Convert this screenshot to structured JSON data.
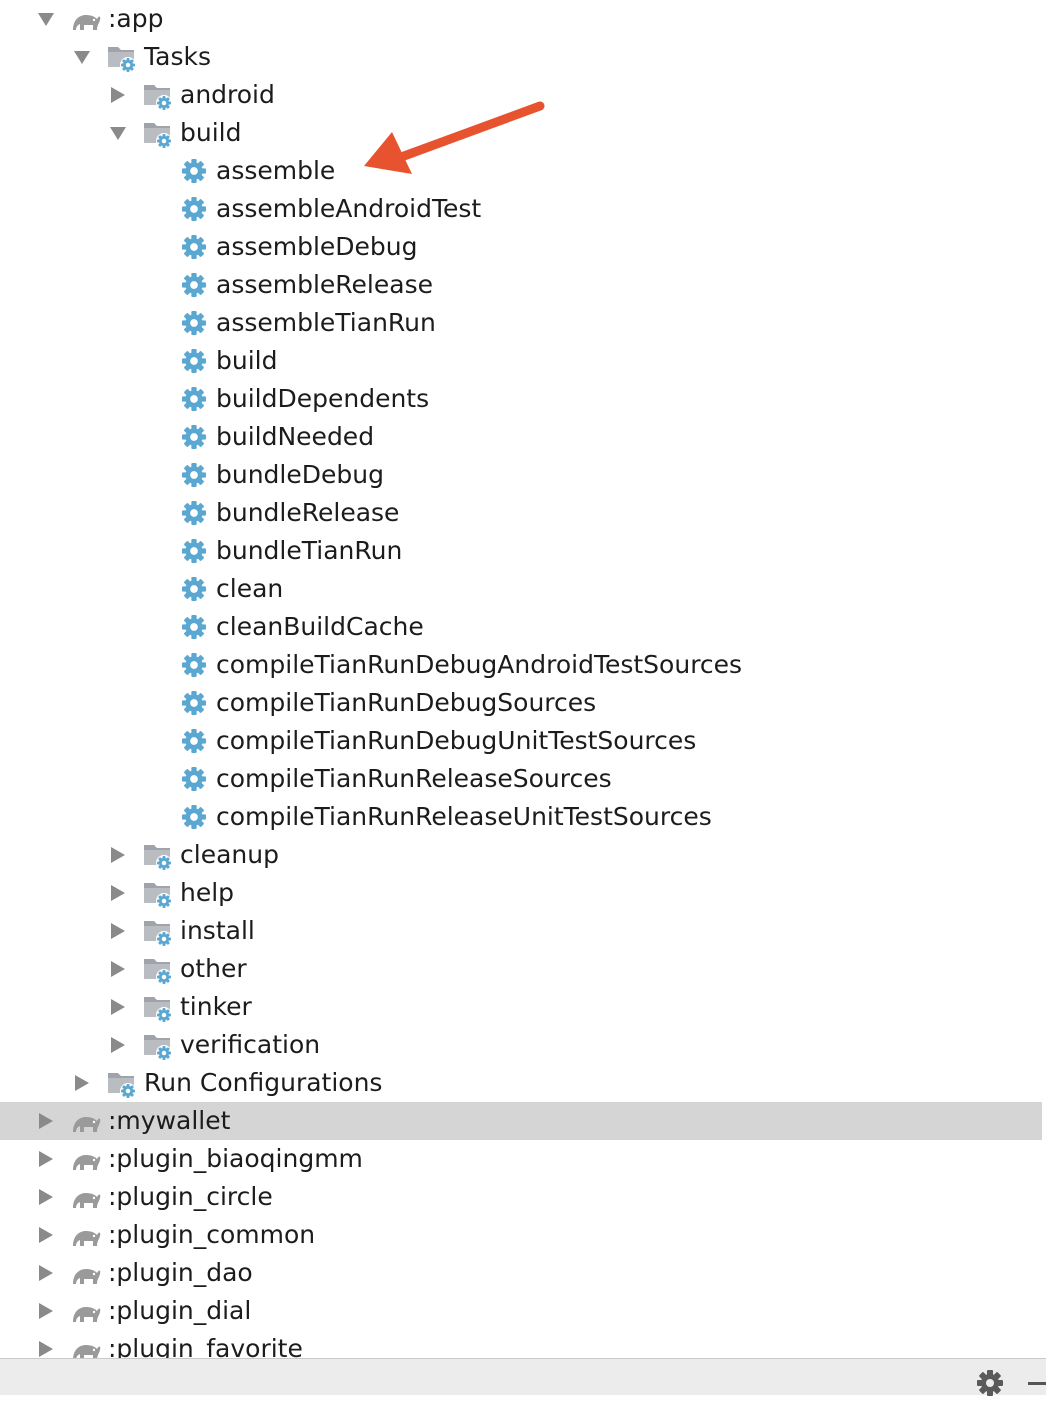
{
  "tree": [
    {
      "label": ":app",
      "level": 0,
      "kind": "project",
      "expander": "expanded"
    },
    {
      "label": "Tasks",
      "level": 1,
      "kind": "folder",
      "expander": "expanded"
    },
    {
      "label": "android",
      "level": 2,
      "kind": "folder",
      "expander": "collapsed"
    },
    {
      "label": "build",
      "level": 2,
      "kind": "folder",
      "expander": "expanded"
    },
    {
      "label": "assemble",
      "level": 3,
      "kind": "task",
      "expander": "none"
    },
    {
      "label": "assembleAndroidTest",
      "level": 3,
      "kind": "task",
      "expander": "none"
    },
    {
      "label": "assembleDebug",
      "level": 3,
      "kind": "task",
      "expander": "none"
    },
    {
      "label": "assembleRelease",
      "level": 3,
      "kind": "task",
      "expander": "none"
    },
    {
      "label": "assembleTianRun",
      "level": 3,
      "kind": "task",
      "expander": "none"
    },
    {
      "label": "build",
      "level": 3,
      "kind": "task",
      "expander": "none"
    },
    {
      "label": "buildDependents",
      "level": 3,
      "kind": "task",
      "expander": "none"
    },
    {
      "label": "buildNeeded",
      "level": 3,
      "kind": "task",
      "expander": "none"
    },
    {
      "label": "bundleDebug",
      "level": 3,
      "kind": "task",
      "expander": "none"
    },
    {
      "label": "bundleRelease",
      "level": 3,
      "kind": "task",
      "expander": "none"
    },
    {
      "label": "bundleTianRun",
      "level": 3,
      "kind": "task",
      "expander": "none"
    },
    {
      "label": "clean",
      "level": 3,
      "kind": "task",
      "expander": "none"
    },
    {
      "label": "cleanBuildCache",
      "level": 3,
      "kind": "task",
      "expander": "none"
    },
    {
      "label": "compileTianRunDebugAndroidTestSources",
      "level": 3,
      "kind": "task",
      "expander": "none"
    },
    {
      "label": "compileTianRunDebugSources",
      "level": 3,
      "kind": "task",
      "expander": "none"
    },
    {
      "label": "compileTianRunDebugUnitTestSources",
      "level": 3,
      "kind": "task",
      "expander": "none"
    },
    {
      "label": "compileTianRunReleaseSources",
      "level": 3,
      "kind": "task",
      "expander": "none"
    },
    {
      "label": "compileTianRunReleaseUnitTestSources",
      "level": 3,
      "kind": "task",
      "expander": "none"
    },
    {
      "label": "cleanup",
      "level": 2,
      "kind": "folder",
      "expander": "collapsed"
    },
    {
      "label": "help",
      "level": 2,
      "kind": "folder",
      "expander": "collapsed"
    },
    {
      "label": "install",
      "level": 2,
      "kind": "folder",
      "expander": "collapsed"
    },
    {
      "label": "other",
      "level": 2,
      "kind": "folder",
      "expander": "collapsed"
    },
    {
      "label": "tinker",
      "level": 2,
      "kind": "folder",
      "expander": "collapsed"
    },
    {
      "label": "verification",
      "level": 2,
      "kind": "folder",
      "expander": "collapsed"
    },
    {
      "label": "Run Configurations",
      "level": 1,
      "kind": "folder",
      "expander": "collapsed"
    },
    {
      "label": ":mywallet",
      "level": 0,
      "kind": "project",
      "expander": "collapsed",
      "selected": true
    },
    {
      "label": ":plugin_biaoqingmm",
      "level": 0,
      "kind": "project",
      "expander": "collapsed"
    },
    {
      "label": ":plugin_circle",
      "level": 0,
      "kind": "project",
      "expander": "collapsed"
    },
    {
      "label": ":plugin_common",
      "level": 0,
      "kind": "project",
      "expander": "collapsed"
    },
    {
      "label": ":plugin_dao",
      "level": 0,
      "kind": "project",
      "expander": "collapsed"
    },
    {
      "label": ":plugin_dial",
      "level": 0,
      "kind": "project",
      "expander": "collapsed"
    },
    {
      "label": ":plugin_favorite",
      "level": 0,
      "kind": "project",
      "expander": "collapsed"
    }
  ],
  "annotation": {
    "icon": "red-arrow-icon",
    "points_to": "assemble"
  },
  "status_bar": {
    "icons": [
      "gear-icon",
      "minimize-icon"
    ]
  },
  "colors": {
    "selection": "#d5d5d5",
    "gear": "#5aa7d2",
    "elephant": "#9a9a9a",
    "folder": "#a0a4aa",
    "expander": "#8a8a8a",
    "annotation_arrow": "#e8532f"
  }
}
